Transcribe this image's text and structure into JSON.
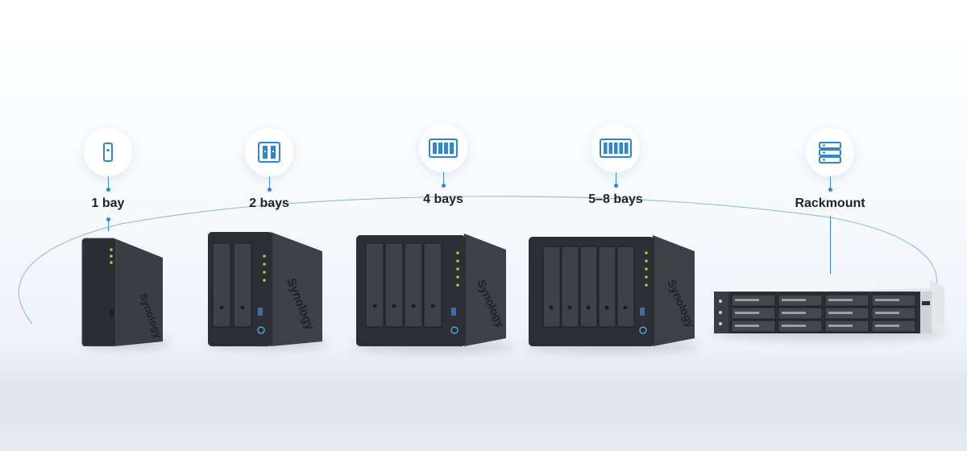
{
  "categories": [
    {
      "label": "1 bay",
      "icon": "single-bay-icon"
    },
    {
      "label": "2 bays",
      "icon": "two-bay-icon"
    },
    {
      "label": "4 bays",
      "icon": "four-bay-icon"
    },
    {
      "label": "5–8 bays",
      "icon": "five-bay-icon"
    },
    {
      "label": "Rackmount",
      "icon": "rackmount-server-icon"
    }
  ],
  "brand": "Synology",
  "colors": {
    "accent": "#2f86d4",
    "device_body": "#3a3d42",
    "device_front": "#2c2f33",
    "label": "#1e232b"
  }
}
